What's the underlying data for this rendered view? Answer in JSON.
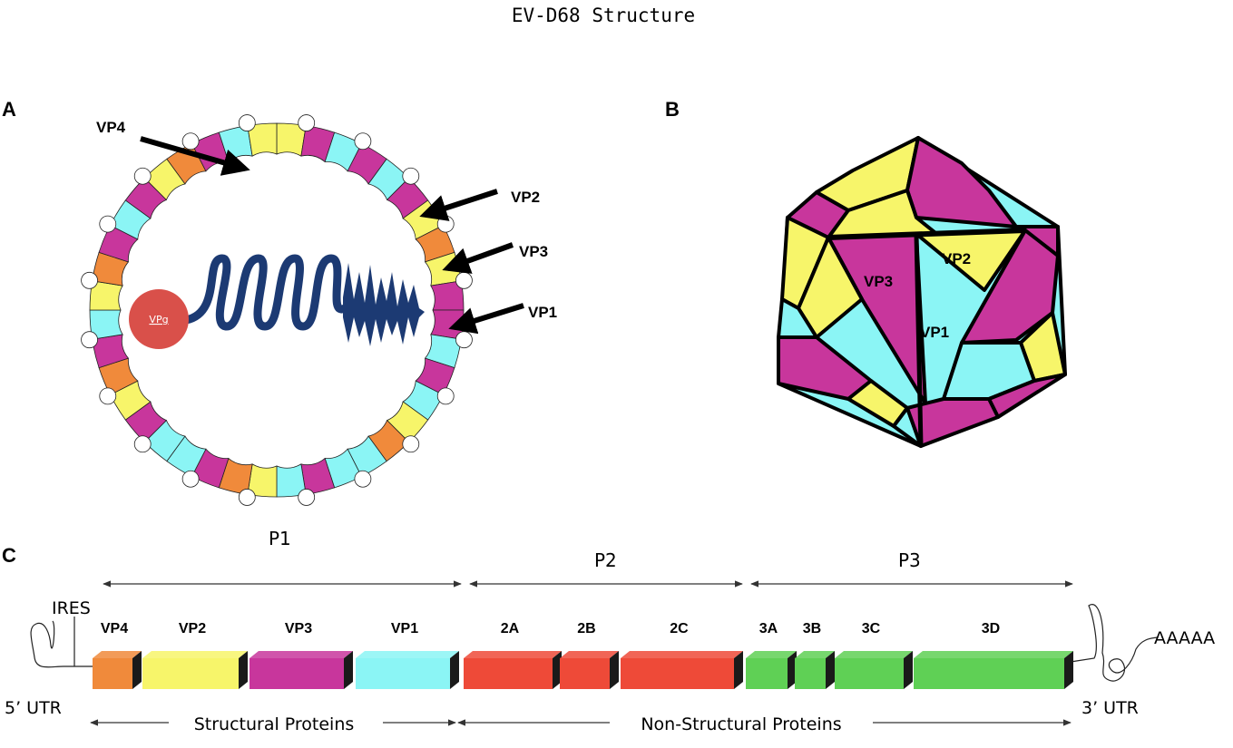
{
  "title": "EV-D68 Structure",
  "panels": {
    "a": "A",
    "b": "B",
    "c": "C"
  },
  "panel_a": {
    "labels": {
      "vp4": "VP4",
      "vp2": "VP2",
      "vp3": "VP3",
      "vp1": "VP1"
    },
    "vpg": "VPg",
    "capsid_color_cycle": [
      "#f7f56a",
      "#c8369c",
      "#8bf5f5",
      "#f08a3b"
    ]
  },
  "panel_b": {
    "labels": {
      "vp3": "VP3",
      "vp2": "VP2",
      "vp1": "VP1"
    }
  },
  "panel_c": {
    "utr5": "5’ UTR",
    "utr3": "3’ UTR",
    "ires": "IRES",
    "polya": "AAAAA",
    "groups": {
      "p1": "P1",
      "p2": "P2",
      "p3": "P3"
    },
    "bottom_spans": {
      "structural": "Structural Proteins",
      "nonstructural": "Non-Structural Proteins"
    },
    "segments": [
      {
        "name": "VP4",
        "color": "#f08a3b"
      },
      {
        "name": "VP2",
        "color": "#f7f56a"
      },
      {
        "name": "VP3",
        "color": "#c8369c"
      },
      {
        "name": "VP1",
        "color": "#8bf5f5"
      },
      {
        "name": "2A",
        "color": "#ee4a38"
      },
      {
        "name": "2B",
        "color": "#ee4a38"
      },
      {
        "name": "2C",
        "color": "#ee4a38"
      },
      {
        "name": "3A",
        "color": "#5fd055"
      },
      {
        "name": "3B",
        "color": "#5fd055"
      },
      {
        "name": "3C",
        "color": "#5fd055"
      },
      {
        "name": "3D",
        "color": "#5fd055"
      }
    ]
  },
  "colors": {
    "vp4": "#f08a3b",
    "vp2": "#f7f56a",
    "vp3": "#c8369c",
    "vp1": "#8bf5f5",
    "p2": "#ee4a38",
    "p3": "#5fd055",
    "rna": "#1c3a73",
    "vpg": "#d9504a"
  }
}
